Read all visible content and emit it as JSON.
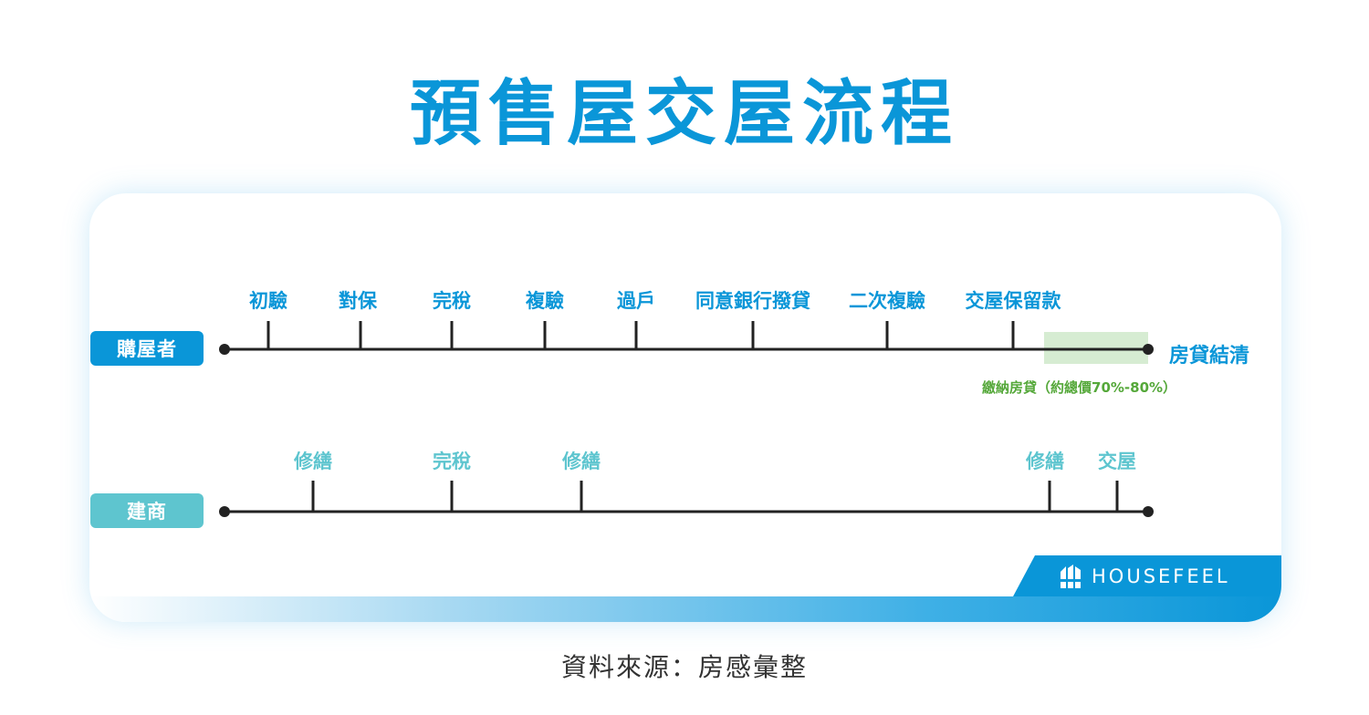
{
  "title": "預售屋交屋流程",
  "lanes": {
    "buyer": {
      "label": "購屋者",
      "milestones": [
        "初驗",
        "對保",
        "完稅",
        "複驗",
        "過戶",
        "同意銀行撥貸",
        "二次複驗",
        "交屋保留款"
      ],
      "end_label": "房貸結清",
      "note": "繳納房貸（約總價70%-80%）"
    },
    "builder": {
      "label": "建商",
      "milestones": [
        "修繕",
        "完稅",
        "修繕",
        "修繕",
        "交屋"
      ]
    }
  },
  "brand": "HOUSEFEEL",
  "source": "資料來源：房感彙整",
  "colors": {
    "primary": "#0a96d8",
    "teal": "#5ec5cf",
    "green": "#55a83a",
    "highlight": "#d6ecd2",
    "line": "#222222"
  }
}
